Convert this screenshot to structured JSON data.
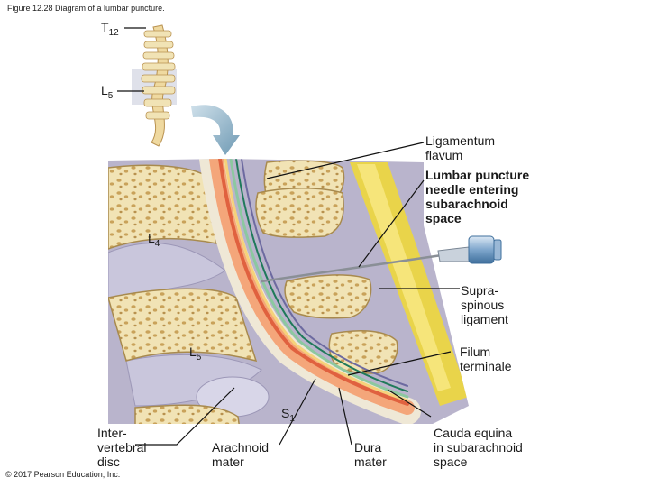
{
  "figure": {
    "caption": "Figure 12.28 Diagram of a lumbar puncture.",
    "copyright": "© 2017 Pearson Education, Inc."
  },
  "vertebra_labels": [
    {
      "letter": "T",
      "sub": "12"
    },
    {
      "letter": "L",
      "sub": "5"
    },
    {
      "letter": "L",
      "sub": "4"
    },
    {
      "letter": "L",
      "sub": "5"
    },
    {
      "letter": "S",
      "sub": "1"
    }
  ],
  "labels": {
    "ligamentum_flavum": "Ligamentum\nflavum",
    "needle": "Lumbar puncture\nneedle entering\nsubarachnoid\nspace",
    "supraspinous": "Supra-\nspinous\nligament",
    "filum": "Filum\nterminale",
    "cauda": "Cauda equina\nin subarachnoid\nspace",
    "disc": "Inter-\nvertebral\ndisc",
    "arachnoid": "Arachnoid\nmater",
    "dura": "Dura\nmater"
  },
  "colors": {
    "bone": "#f1e3b5",
    "bone_pore": "#c9a25a",
    "disc": "#c9c6dc",
    "ligament": "#e9d44a",
    "background_tissue": "#b9b4cc",
    "arrow": "#8fb1c6",
    "needle_hub": "#7ea6cc"
  }
}
